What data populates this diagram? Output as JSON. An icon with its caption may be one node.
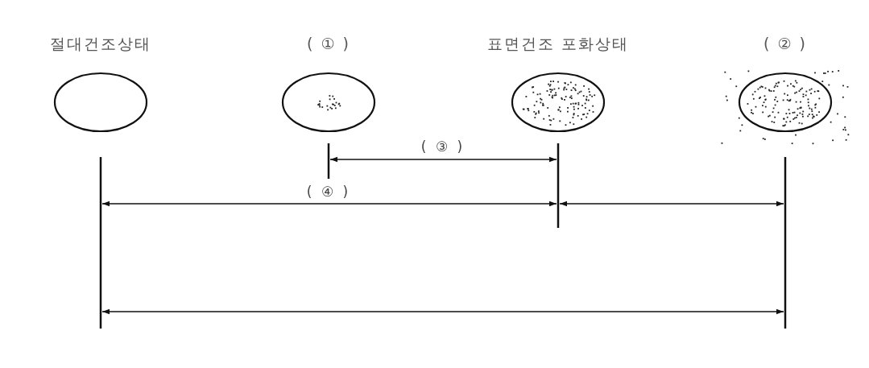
{
  "diagram": {
    "nodes": [
      {
        "text": [
          "절대건조상태"
        ]
      },
      {
        "text": [
          "( ① )"
        ]
      },
      {
        "text": [
          "표면건조 포화상태"
        ]
      },
      {
        "text": [
          "( ② )"
        ]
      }
    ],
    "labels": [
      "( ③ )",
      "( ④ )"
    ]
  }
}
